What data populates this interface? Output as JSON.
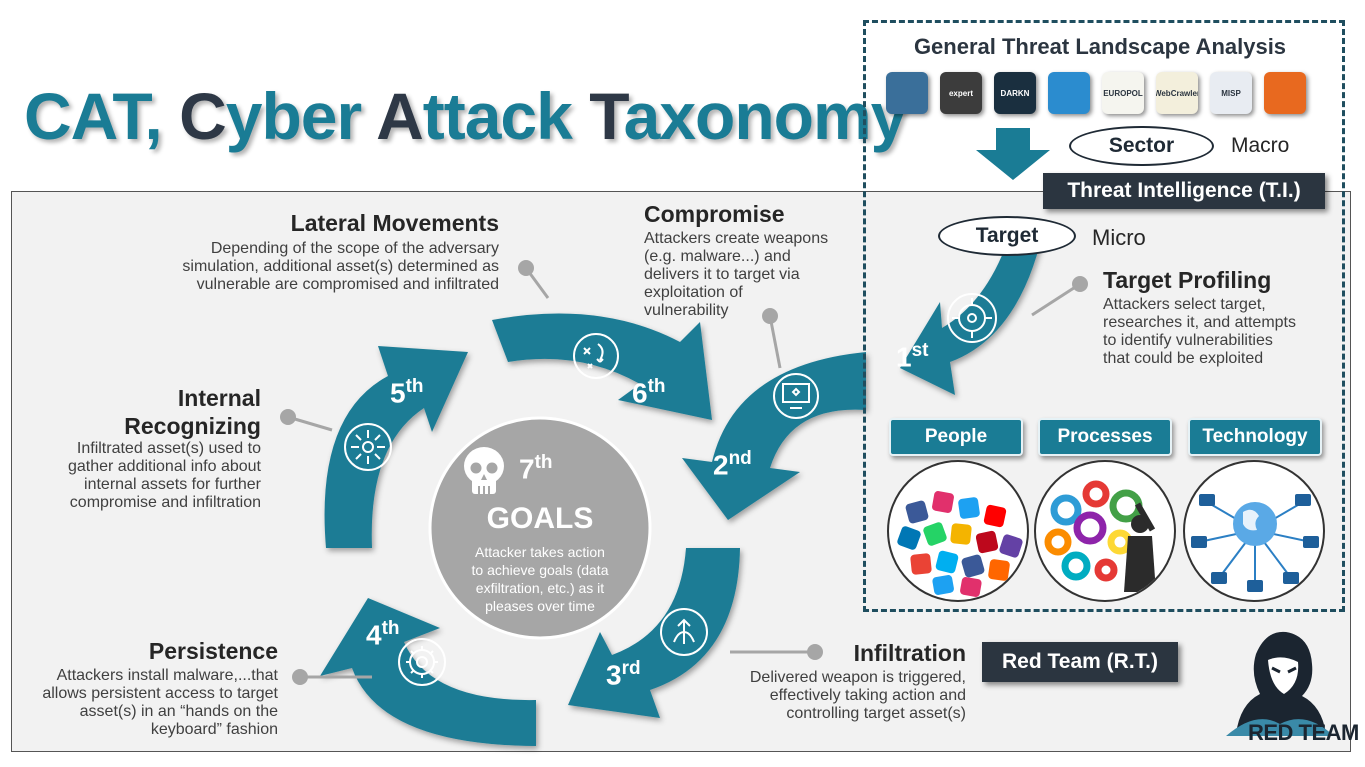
{
  "title": {
    "p1": "CAT, ",
    "p2": "C",
    "p3": "yber ",
    "p4": "A",
    "p5": "ttack ",
    "p6": "T",
    "p7": "axonomy"
  },
  "threat_landscape": {
    "title": "General Threat Landscape Analysis",
    "sources": [
      {
        "label": "",
        "color": "#3a6f9a",
        "icon": "network-map-icon"
      },
      {
        "label": "expert",
        "color": "#3c3c3c",
        "icon": "expert-icon"
      },
      {
        "label": "DARKN",
        "color": "#1a2f3f",
        "icon": "darknet-icon"
      },
      {
        "label": "",
        "color": "#2b8ccf",
        "icon": "circuit-icon"
      },
      {
        "label": "EUROPOL",
        "color": "#f5f5ef",
        "icon": "europol-icon"
      },
      {
        "label": "WebCrawler",
        "color": "#f3efdc",
        "icon": "webcrawler-icon"
      },
      {
        "label": "MISP",
        "color": "#e8ecf2",
        "icon": "misp-icon"
      },
      {
        "label": "",
        "color": "#e8691f",
        "icon": "rss-icon"
      }
    ],
    "sector": "Sector",
    "macro": "Macro",
    "ti_label": "Threat Intelligence (T.I.)",
    "target": "Target",
    "micro": "Micro"
  },
  "target_profiling": {
    "title": "Target Profiling",
    "desc": [
      "Attackers select target,",
      "researches it, and attempts",
      "to identify vulnerabilities",
      "that could be exploited"
    ]
  },
  "categories": {
    "people": "People",
    "processes": "Processes",
    "technology": "Technology"
  },
  "steps": {
    "s1": {
      "num": "1",
      "sup": "st"
    },
    "s2": {
      "num": "2",
      "sup": "nd"
    },
    "s3": {
      "num": "3",
      "sup": "rd"
    },
    "s4": {
      "num": "4",
      "sup": "th"
    },
    "s5": {
      "num": "5",
      "sup": "th"
    },
    "s6": {
      "num": "6",
      "sup": "th"
    },
    "s7": {
      "num": "7",
      "sup": "th"
    }
  },
  "goals": {
    "title": "GOALS",
    "desc": [
      "Attacker takes action",
      "to achieve goals (data",
      "exfiltration, etc.) as it",
      "pleases over time"
    ]
  },
  "compromise": {
    "title": "Compromise",
    "desc": [
      "Attackers create weapons",
      "(e.g. malware...) and",
      "delivers it to target via",
      "exploitation of",
      "vulnerability"
    ]
  },
  "lateral": {
    "title": "Lateral Movements",
    "desc": [
      "Depending of the scope of the adversary",
      "simulation, additional asset(s) determined as",
      "vulnerable are compromised and infiltrated"
    ]
  },
  "internal": {
    "title1": "Internal",
    "title2": "Recognizing",
    "desc": [
      "Infiltrated asset(s) used to",
      "gather additional info about",
      "internal assets for further",
      "compromise and infiltration"
    ]
  },
  "persistence": {
    "title": "Persistence",
    "desc": [
      "Attackers install malware,...that",
      "allows persistent access to target",
      "asset(s) in an “hands on the",
      "keyboard” fashion"
    ]
  },
  "infiltration": {
    "title": "Infiltration",
    "desc": [
      "Delivered weapon is triggered,",
      "effectively taking action and",
      "controlling target asset(s)"
    ]
  },
  "red_team": {
    "label": "Red Team (R.T.)",
    "logo_text": "RED TEAM"
  },
  "colors": {
    "teal": "#1a7c95",
    "dark": "#2b3540"
  }
}
